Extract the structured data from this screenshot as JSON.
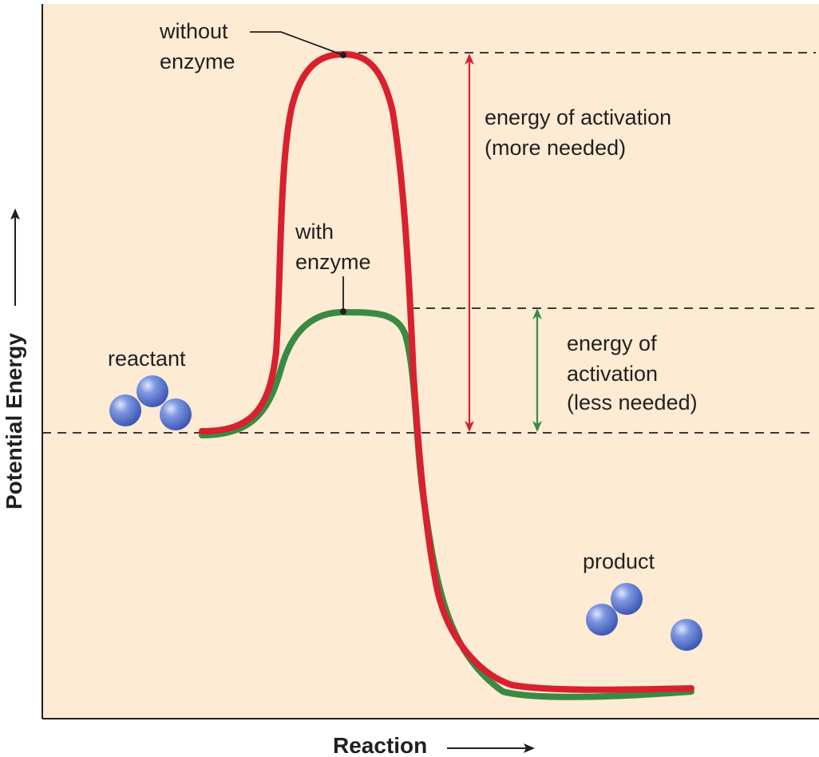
{
  "axes": {
    "y_label": "Potential Energy",
    "x_label": "Reaction"
  },
  "labels": {
    "without_enzyme": [
      "without",
      "enzyme"
    ],
    "with_enzyme": [
      "with",
      "enzyme"
    ],
    "activation_more": [
      "energy of activation",
      "(more needed)"
    ],
    "activation_less": [
      "energy of",
      "activation",
      "(less needed)"
    ],
    "reactant": "reactant",
    "product": "product"
  },
  "colors": {
    "background": "#fdebd3",
    "without_enzyme_curve": "#d9202e",
    "with_enzyme_curve": "#3a8a44",
    "more_arrow": "#d9202e",
    "less_arrow": "#3a8a44",
    "molecule": "#5b79d4"
  }
}
